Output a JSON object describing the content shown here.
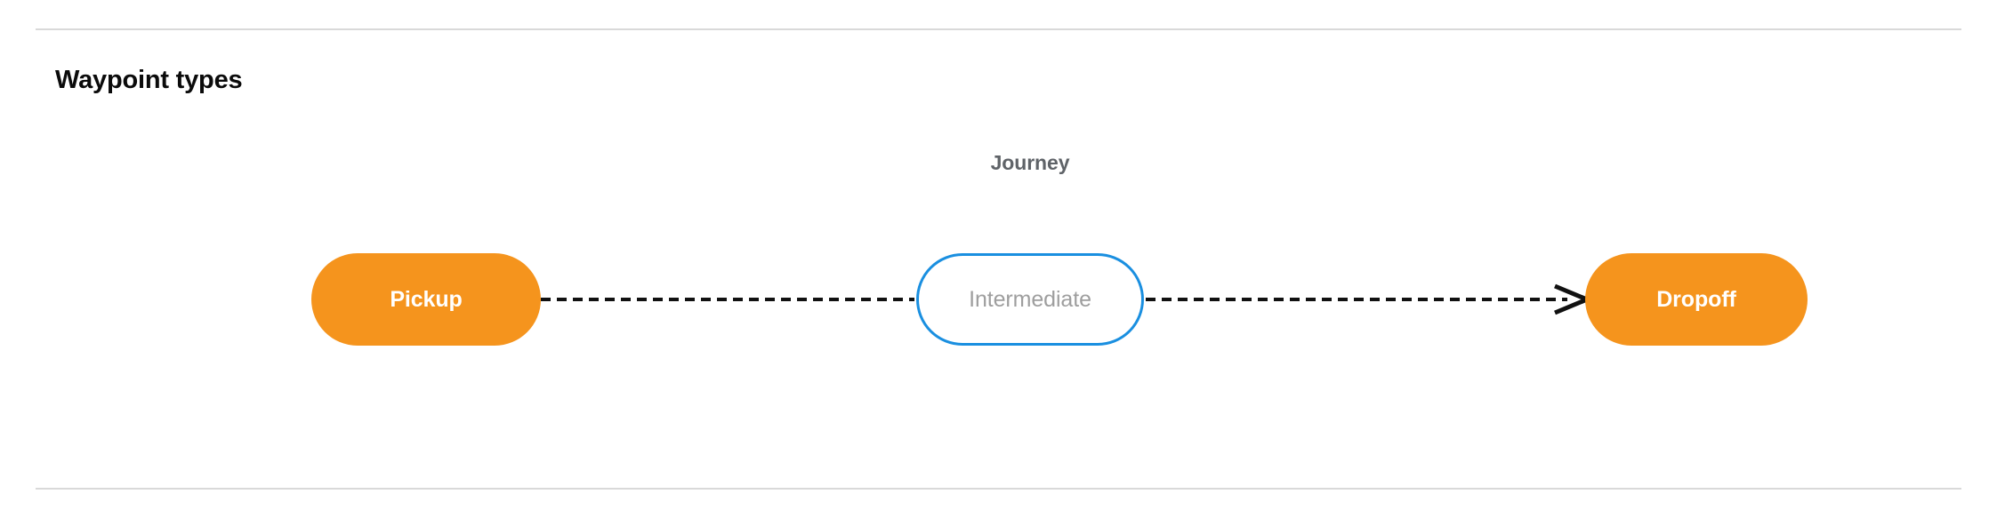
{
  "section": {
    "title": "Waypoint types",
    "divider_color": "#d9d9d9"
  },
  "diagram": {
    "type": "flow",
    "group_label": "Journey",
    "nodes": [
      {
        "id": "pickup",
        "label": "Pickup",
        "style": "filled",
        "fill": "#f5941d",
        "text_color": "#ffffff",
        "shape": "pill"
      },
      {
        "id": "intermediate",
        "label": "Intermediate",
        "style": "outlined",
        "fill": "#ffffff",
        "border_color": "#1a8fe0",
        "text_color": "#9e9e9e",
        "shape": "pill"
      },
      {
        "id": "dropoff",
        "label": "Dropoff",
        "style": "filled",
        "fill": "#f5941d",
        "text_color": "#ffffff",
        "shape": "pill"
      }
    ],
    "edges": [
      {
        "from": "pickup",
        "to": "intermediate",
        "style": "dashed",
        "color": "#111111",
        "arrowhead": false
      },
      {
        "from": "intermediate",
        "to": "dropoff",
        "style": "dashed",
        "color": "#111111",
        "arrowhead": true
      }
    ]
  }
}
